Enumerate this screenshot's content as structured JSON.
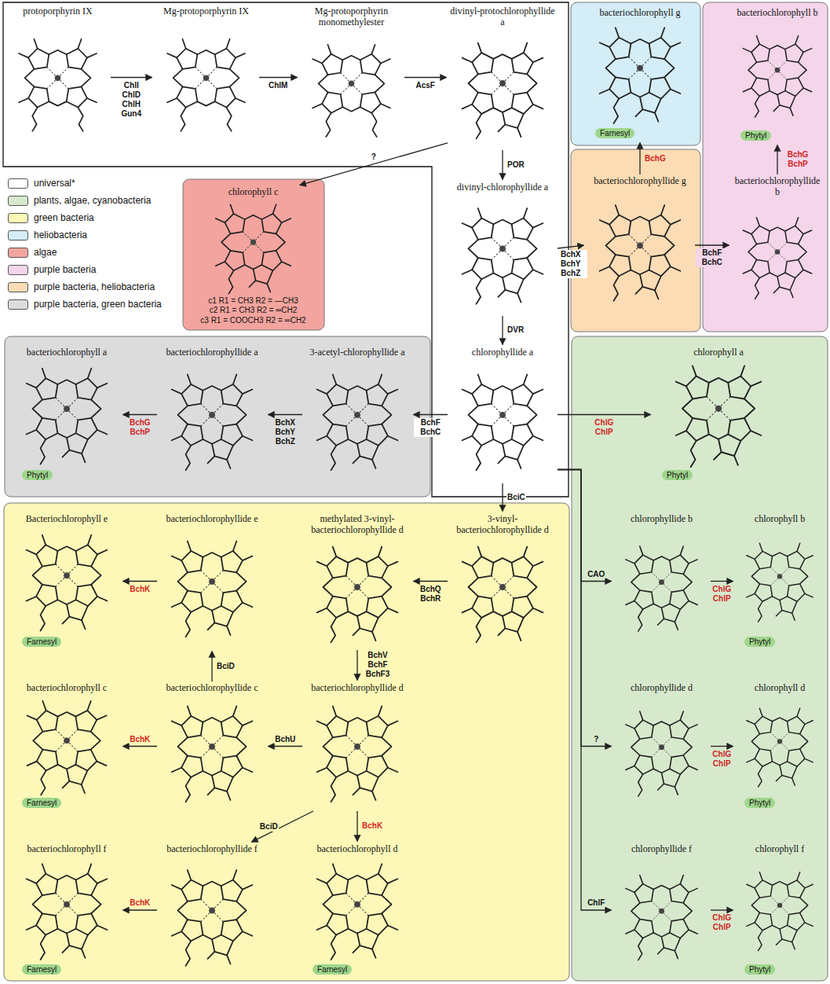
{
  "diagram": {
    "nodes": [
      {
        "text": [
          "protoporphyrin IX"
        ]
      },
      {
        "text": [
          "Mg-protoporphyrin IX"
        ]
      },
      {
        "text": [
          "Mg-protoporphyrin monomethylester"
        ]
      },
      {
        "text": [
          "divinyl-protochlorophyllide a"
        ]
      },
      {
        "text": [
          "bacteriochlorophyll g",
          "Farnesyl"
        ]
      },
      {
        "text": [
          "bacteriochlorophyll b",
          "Phytyl"
        ]
      },
      {
        "text": [
          "chlorophyll c",
          "c1 R1 = CH3 R2 = —CH3",
          "c2 R1 = CH3 R2 = ═CH2",
          "c3 R1 = COOCH3 R2 = ═CH2"
        ]
      },
      {
        "text": [
          "divinyl-chlorophyllide a"
        ]
      },
      {
        "text": [
          "bacteriochlorophyllide g"
        ]
      },
      {
        "text": [
          "bacteriochlorophyllide b"
        ]
      },
      {
        "text": [
          "bacteriochlorophyll a",
          "Phytyl"
        ]
      },
      {
        "text": [
          "bacteriochlorophyllide a"
        ]
      },
      {
        "text": [
          "3-acetyl-chlorophyllide a"
        ]
      },
      {
        "text": [
          "chlorophyllide a"
        ]
      },
      {
        "text": [
          "chlorophyll a",
          "Phytyl"
        ]
      },
      {
        "text": [
          "Bacteriochlorophyll e",
          "Farnesyl"
        ]
      },
      {
        "text": [
          "bacteriochlorophyllide e"
        ]
      },
      {
        "text": [
          "methylated 3-vinyl-bacteriochlorophyllide d"
        ]
      },
      {
        "text": [
          "3-vinyl-bacteriochlorophyllide d"
        ]
      },
      {
        "text": [
          "chlorophyllide b"
        ]
      },
      {
        "text": [
          "chlorophyll b",
          "Phytyl"
        ]
      },
      {
        "text": [
          "bacteriochlorophyll c",
          "Farnesyl"
        ]
      },
      {
        "text": [
          "bacteriochlorophyllide c"
        ]
      },
      {
        "text": [
          "bacteriochlorophyllide d"
        ]
      },
      {
        "text": [
          "chlorophyllide d"
        ]
      },
      {
        "text": [
          "chlorophyll d",
          "Phytyl"
        ]
      },
      {
        "text": [
          "bacteriochlorophyll f",
          "Farnesyl"
        ]
      },
      {
        "text": [
          "bacteriochlorophyllide f"
        ]
      },
      {
        "text": [
          "bacteriochlorophyll d",
          "Farnesyl"
        ]
      },
      {
        "text": [
          "chlorophyllide f"
        ]
      },
      {
        "text": [
          "chlorophyll f",
          "Phytyl"
        ]
      }
    ],
    "edges": [
      {
        "from": 0,
        "to": 1,
        "arrow": "to",
        "label": "ChlI ChlD ChlH Gun4"
      },
      {
        "from": 1,
        "to": 2,
        "arrow": "to",
        "label": "ChlM"
      },
      {
        "from": 2,
        "to": 3,
        "arrow": "to",
        "label": "AcsF"
      },
      {
        "from": 3,
        "to": 7,
        "arrow": "to",
        "label": "POR"
      },
      {
        "from": 3,
        "to": 6,
        "arrow": "to",
        "label": "?"
      },
      {
        "from": 7,
        "to": 8,
        "arrow": "to",
        "label": "BchX BchY BchZ"
      },
      {
        "from": 8,
        "to": 4,
        "arrow": "to",
        "label": "BchG"
      },
      {
        "from": 8,
        "to": 9,
        "arrow": "to",
        "label": "BchF BchC"
      },
      {
        "from": 9,
        "to": 5,
        "arrow": "to",
        "label": "BchG BchP"
      },
      {
        "from": 7,
        "to": 13,
        "arrow": "to",
        "label": "DVR"
      },
      {
        "from": 13,
        "to": 12,
        "arrow": "to",
        "label": "BchF BchC"
      },
      {
        "from": 12,
        "to": 11,
        "arrow": "to",
        "label": "BchX BchY BchZ"
      },
      {
        "from": 11,
        "to": 10,
        "arrow": "to",
        "label": "BchG BchP"
      },
      {
        "from": 13,
        "to": 14,
        "arrow": "to",
        "label": "ChlG ChlP"
      },
      {
        "from": 13,
        "to": 18,
        "arrow": "to",
        "label": "BciC"
      },
      {
        "from": 13,
        "to": 19,
        "arrow": "to",
        "label": "CAO"
      },
      {
        "from": 13,
        "to": 24,
        "arrow": "to",
        "label": "?"
      },
      {
        "from": 13,
        "to": 29,
        "arrow": "to",
        "label": "ChlF"
      },
      {
        "from": 18,
        "to": 17,
        "arrow": "to",
        "label": "BchQ BchR"
      },
      {
        "from": 17,
        "to": 23,
        "arrow": "to",
        "label": "BchV BchF BchF3"
      },
      {
        "from": 16,
        "to": 15,
        "arrow": "to",
        "label": "BchK"
      },
      {
        "from": 22,
        "to": 16,
        "arrow": "to",
        "label": "BciD"
      },
      {
        "from": 23,
        "to": 22,
        "arrow": "to",
        "label": "BchU"
      },
      {
        "from": 23,
        "to": 27,
        "arrow": "to",
        "label": "BciD"
      },
      {
        "from": 23,
        "to": 28,
        "arrow": "to",
        "label": "BchK"
      },
      {
        "from": 22,
        "to": 21,
        "arrow": "to",
        "label": "BchK"
      },
      {
        "from": 27,
        "to": 26,
        "arrow": "to",
        "label": "BchK"
      },
      {
        "from": 19,
        "to": 20,
        "arrow": "to",
        "label": "ChlG ChlP"
      },
      {
        "from": 24,
        "to": 25,
        "arrow": "to",
        "label": "ChlG ChlP"
      },
      {
        "from": 29,
        "to": 30,
        "arrow": "to",
        "label": "ChlG ChlP"
      }
    ],
    "legend": [
      {
        "text": "universal*",
        "color": "#ffffff"
      },
      {
        "text": "plants, algae, cyanobacteria",
        "color": "#d7e9cc"
      },
      {
        "text": "green bacteria",
        "color": "#fdf8b8"
      },
      {
        "text": "heliobacteria",
        "color": "#d4edf6"
      },
      {
        "text": "algae",
        "color": "#f3a49e"
      },
      {
        "text": "purple bacteria",
        "color": "#f4d5ea"
      },
      {
        "text": "purple bacteria, heliobacteria",
        "color": "#fbdcb4"
      },
      {
        "text": "purple bacteria, green bacteria",
        "color": "#dcdcdc"
      }
    ]
  }
}
